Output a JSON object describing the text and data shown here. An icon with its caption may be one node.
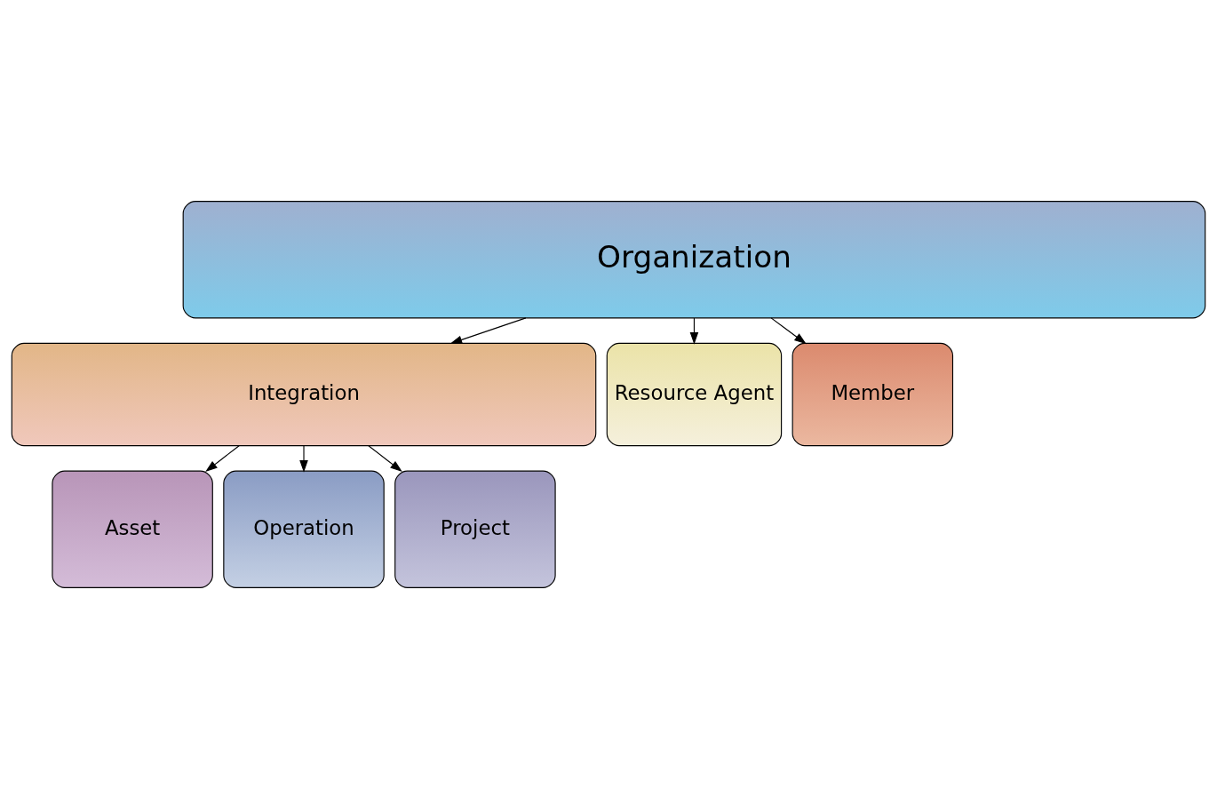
{
  "diagram": {
    "nodes": [
      {
        "text": [
          "Organization"
        ]
      },
      {
        "text": [
          "Integration"
        ]
      },
      {
        "text": [
          "Resource Agent"
        ]
      },
      {
        "text": [
          "Member"
        ]
      },
      {
        "text": [
          "Asset"
        ]
      },
      {
        "text": [
          "Operation"
        ]
      },
      {
        "text": [
          "Project"
        ]
      }
    ],
    "edges": [
      {
        "from": 0,
        "to": 1,
        "arrow": "to"
      },
      {
        "from": 0,
        "to": 2,
        "arrow": "to"
      },
      {
        "from": 0,
        "to": 3,
        "arrow": "to"
      },
      {
        "from": 1,
        "to": 4,
        "arrow": "to"
      },
      {
        "from": 1,
        "to": 5,
        "arrow": "to"
      },
      {
        "from": 1,
        "to": 6,
        "arrow": "to"
      }
    ]
  }
}
